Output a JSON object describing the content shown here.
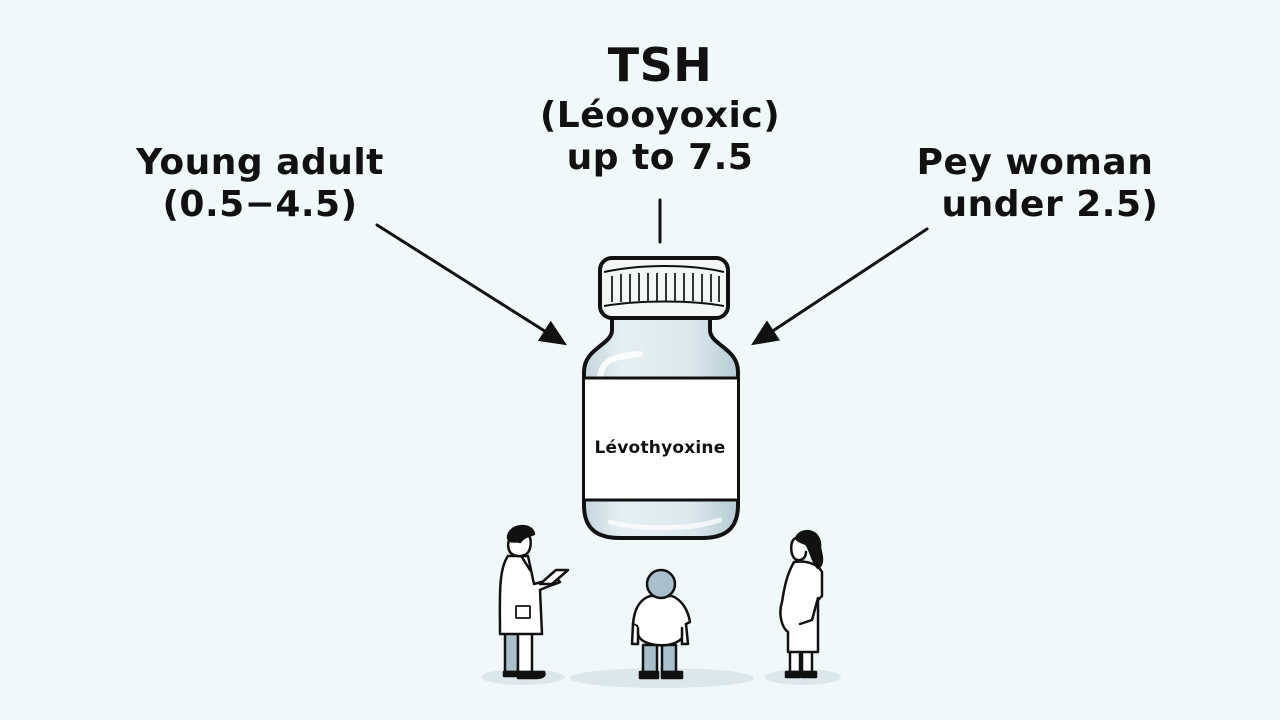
{
  "labels": {
    "top": {
      "title": "TSH",
      "line2": "(Léooyoxic)",
      "line3": "up to 7.5"
    },
    "left": {
      "line1": "Young adult",
      "line2": "(0.5−4.5)"
    },
    "right": {
      "line1": "Pey woman",
      "line2": "under 2.5)"
    }
  },
  "bottle": {
    "label": "Lévothyoxine"
  },
  "figures": [
    {
      "name": "doctor",
      "description": "Doctor in white coat holding tablet"
    },
    {
      "name": "older-person",
      "description": "Older person seen from behind"
    },
    {
      "name": "pregnant-woman",
      "description": "Pregnant woman in dress"
    }
  ],
  "colors": {
    "background": "#f0f8fa",
    "ink": "#111111",
    "glass": "#d5e4ea",
    "accent_blue": "#a9c0cc",
    "shadow": "#dce7eb"
  }
}
